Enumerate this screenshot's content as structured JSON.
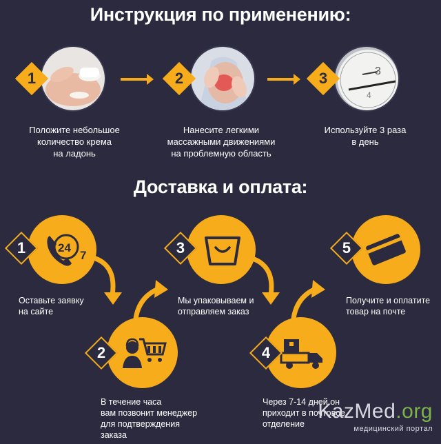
{
  "usage": {
    "title": "Инструкция по применению:",
    "steps": [
      {
        "num": "1",
        "text_l1": "Положите небольшое",
        "text_l2": "количество крема",
        "text_l3": "на ладонь",
        "photo": "cream-in-palm"
      },
      {
        "num": "2",
        "text_l1": "Нанесите легкими",
        "text_l2": "массажными движениями",
        "text_l3": "на проблемную область",
        "photo": "knee-massage"
      },
      {
        "num": "3",
        "text_l1": "Используйте 3 раза",
        "text_l2": "в день",
        "photo": "clock"
      }
    ]
  },
  "delivery": {
    "title": "Доставка и оплата:",
    "steps": [
      {
        "num": "1",
        "icon": "phone-24-7-icon",
        "icon_text_24": "24",
        "icon_text_7": "7",
        "text_l1": "Оставьте заявку",
        "text_l2": "на сайте"
      },
      {
        "num": "2",
        "icon": "operator-cart-icon",
        "text_l1": "В течение часа",
        "text_l2": "вам позвонит менеджер",
        "text_l3": "для подтверждения",
        "text_l4": "заказа"
      },
      {
        "num": "3",
        "icon": "shopping-bag-icon",
        "text_l1": "Мы упаковываем и",
        "text_l2": "отправляем заказ"
      },
      {
        "num": "4",
        "icon": "delivery-truck-icon",
        "text_l1": "Через 7-14 дней он",
        "text_l2": "приходит в почтовое",
        "text_l3": "отделение"
      },
      {
        "num": "5",
        "icon": "payment-card-icon",
        "text_l1": "Получите и оплатите",
        "text_l2": "товар на почте"
      }
    ]
  },
  "watermark": {
    "name_a": "KazMed",
    "name_b": ".org",
    "subtitle": "медицинский портал"
  },
  "colors": {
    "background": "#2c2a3e",
    "accent": "#f6ac1b",
    "text": "#ffffff",
    "brand_green": "#7bb34a"
  }
}
